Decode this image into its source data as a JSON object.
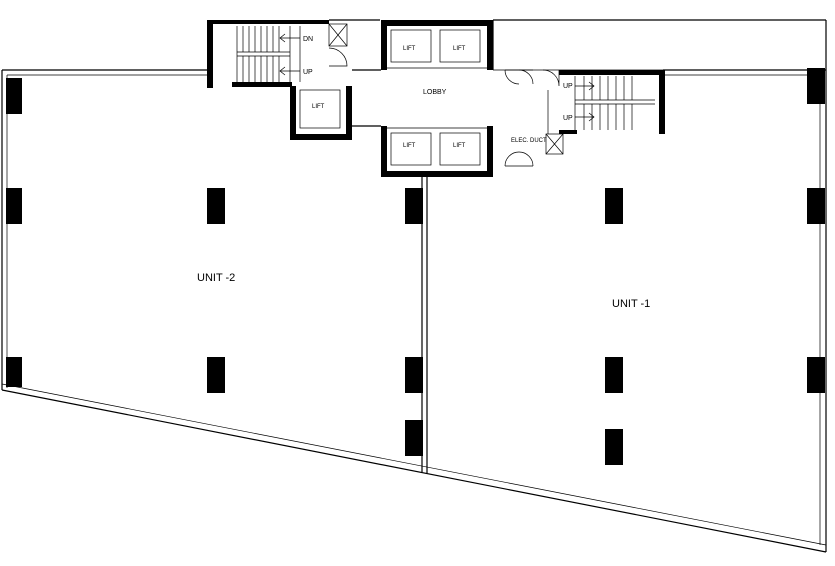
{
  "labels": {
    "unit_1": "UNIT -1",
    "unit_2": "UNIT -2",
    "lobby": "LOBBY",
    "lift": "LIFT",
    "elec_duct": "ELEC. DUCT",
    "dn": "DN",
    "up": "UP"
  },
  "colors": {
    "ink": "#000000",
    "paper": "#ffffff"
  }
}
